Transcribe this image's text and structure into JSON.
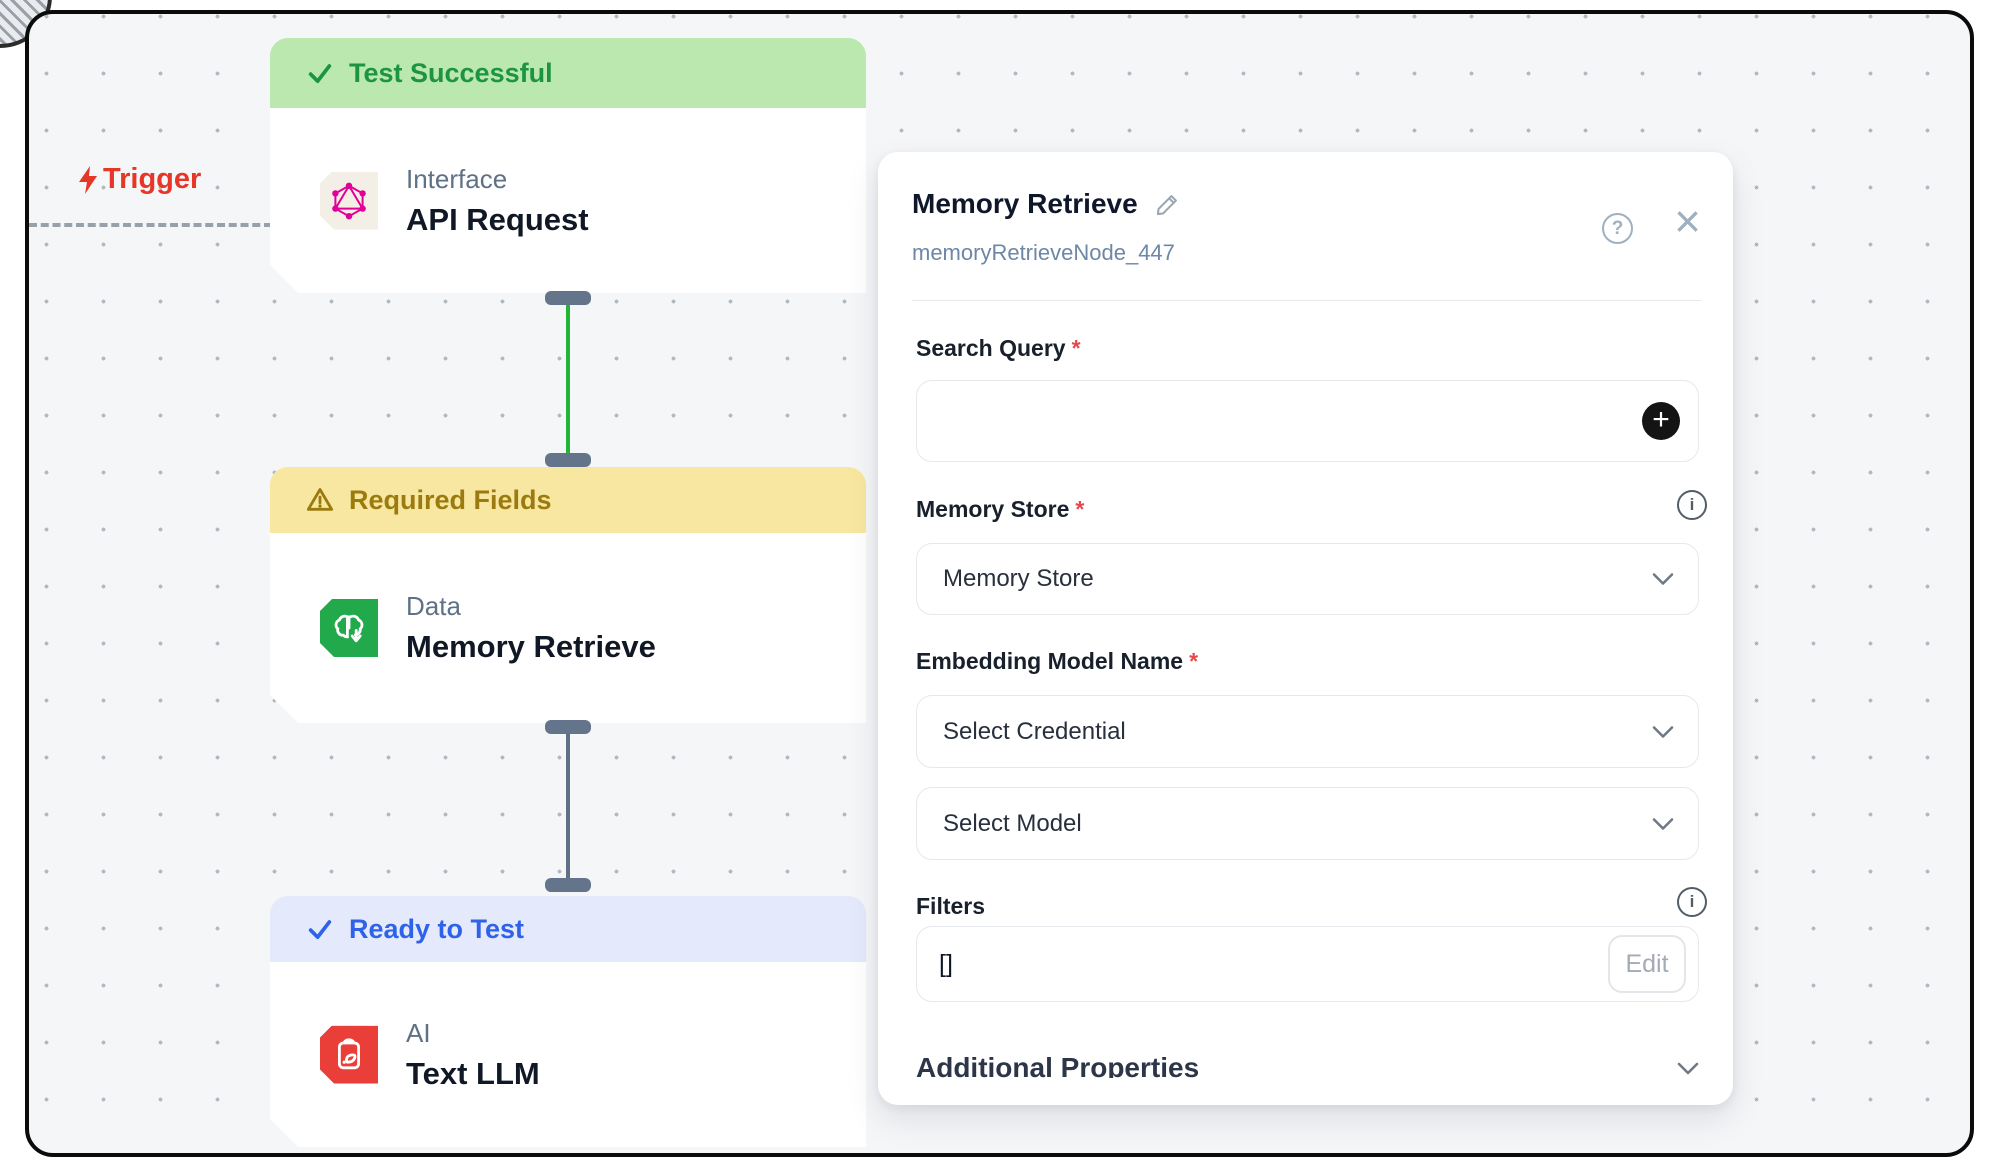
{
  "canvas": {
    "trigger_label": "Trigger",
    "nodes": [
      {
        "status_label": "Test Successful",
        "status_kind": "success",
        "category": "Interface",
        "title": "API Request",
        "icon": "graphql-icon"
      },
      {
        "status_label": "Required Fields",
        "status_kind": "warning",
        "category": "Data",
        "title": "Memory Retrieve",
        "icon": "brain-download-icon"
      },
      {
        "status_label": "Ready to Test",
        "status_kind": "ready",
        "category": "AI",
        "title": "Text LLM",
        "icon": "clipboard-pen-icon"
      }
    ],
    "edges": [
      {
        "from": "API Request",
        "to": "Memory Retrieve",
        "color": "#22b53a"
      },
      {
        "from": "Memory Retrieve",
        "to": "Text LLM",
        "color": "#5d7086"
      }
    ]
  },
  "panel": {
    "title": "Memory Retrieve",
    "subtitle": "memoryRetrieveNode_447",
    "required_mark": "*",
    "fields": {
      "search_query": {
        "label": "Search Query",
        "required": true,
        "value": ""
      },
      "memory_store": {
        "label": "Memory Store",
        "required": true,
        "value": "Memory Store"
      },
      "embedding": {
        "label": "Embedding Model Name",
        "required": true,
        "credential_value": "Select Credential",
        "model_value": "Select Model"
      },
      "filters": {
        "label": "Filters",
        "value": "[]",
        "edit_label": "Edit"
      }
    },
    "sections": {
      "additional_label": "Additional Properties"
    }
  },
  "icons": {
    "help": "?",
    "close": "×",
    "info": "i",
    "plus": "+"
  },
  "colors": {
    "canvas_bg": "#f5f6f8",
    "dot": "#b3b9c2",
    "success_bg": "#bae8af",
    "success_text": "#1d9440",
    "warning_bg": "#f8e7a0",
    "warning_text": "#9b7b10",
    "ready_bg": "#e4eafc",
    "ready_text": "#2e63e9",
    "selected_border": "#5d7086",
    "handle": "#64748b",
    "edge_green": "#22b53a",
    "edge_slate": "#5d7086",
    "trigger_red": "#e73527",
    "graphql_pink": "#e10098",
    "tile_green": "#22a94b",
    "tile_red": "#ea3e38",
    "tile_beige": "#f3eee6",
    "asterisk": "#e5484d"
  }
}
